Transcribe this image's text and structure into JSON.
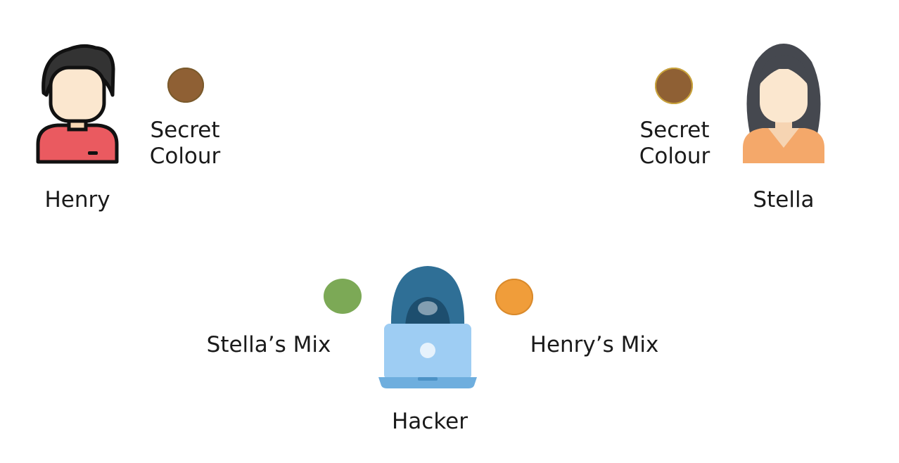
{
  "henry": {
    "name": "Henry",
    "secret_label_line1": "Secret",
    "secret_label_line2": "Colour",
    "secret_colour": "#8f6034",
    "secret_colour_border": "#7a5a2c",
    "avatar": "male-user-icon"
  },
  "stella": {
    "name": "Stella",
    "secret_label_line1": "Secret",
    "secret_label_line2": "Colour",
    "secret_colour": "#8f6034",
    "secret_colour_border": "#c9a33a",
    "avatar": "female-user-icon"
  },
  "hacker": {
    "name": "Hacker",
    "avatar": "hooded-hacker-laptop-icon",
    "stella_mix_label": "Stella’s Mix",
    "stella_mix_colour": "#7ca956",
    "henry_mix_label": "Henry’s Mix",
    "henry_mix_colour": "#f09d3a",
    "henry_mix_border": "#d98a2c"
  }
}
